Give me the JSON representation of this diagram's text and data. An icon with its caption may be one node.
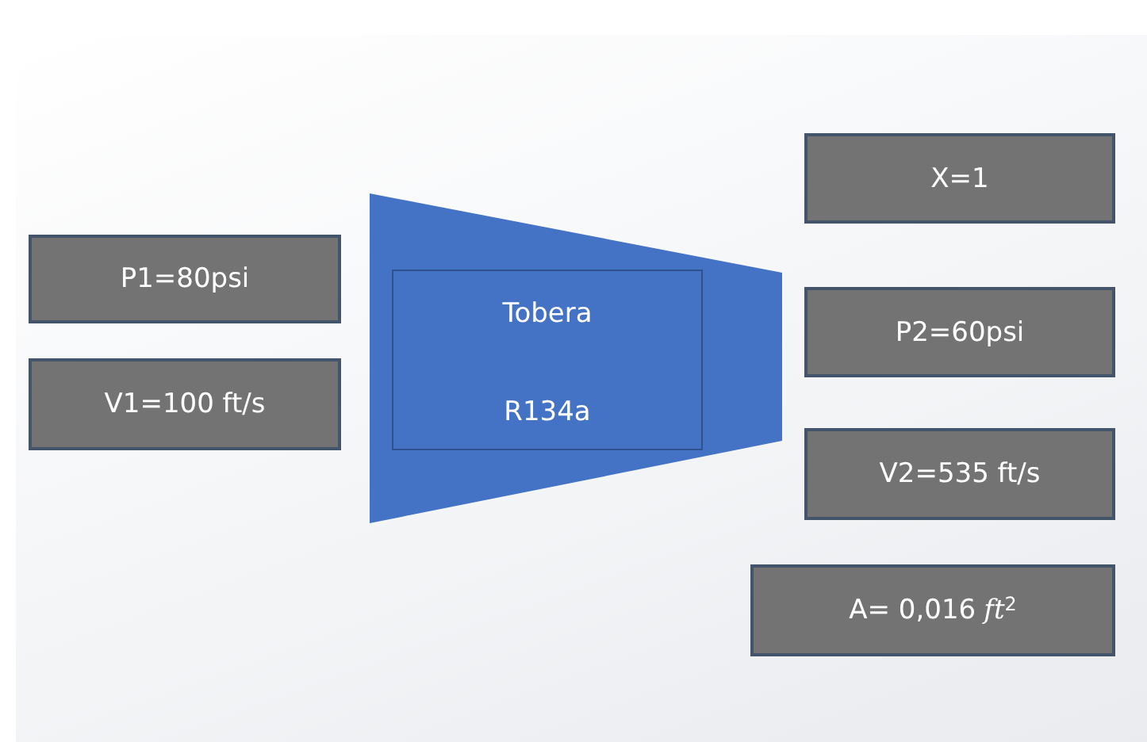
{
  "diagram": {
    "nodes": [
      {
        "text": [
          "P1=80psi"
        ]
      },
      {
        "text": [
          "V1=100 ft/s"
        ]
      },
      {
        "text": [],
        "shape": "trapezoid"
      },
      {
        "text": [
          "Tobera",
          "R134a"
        ],
        "in": 2
      },
      {
        "text": [
          "X=1"
        ]
      },
      {
        "text": [
          "P2=60psi"
        ]
      },
      {
        "text": [
          "V2=535 ft/s"
        ]
      },
      {
        "text": [
          "A= 0,016 *ft*$^{2}$"
        ]
      }
    ],
    "edges": []
  }
}
